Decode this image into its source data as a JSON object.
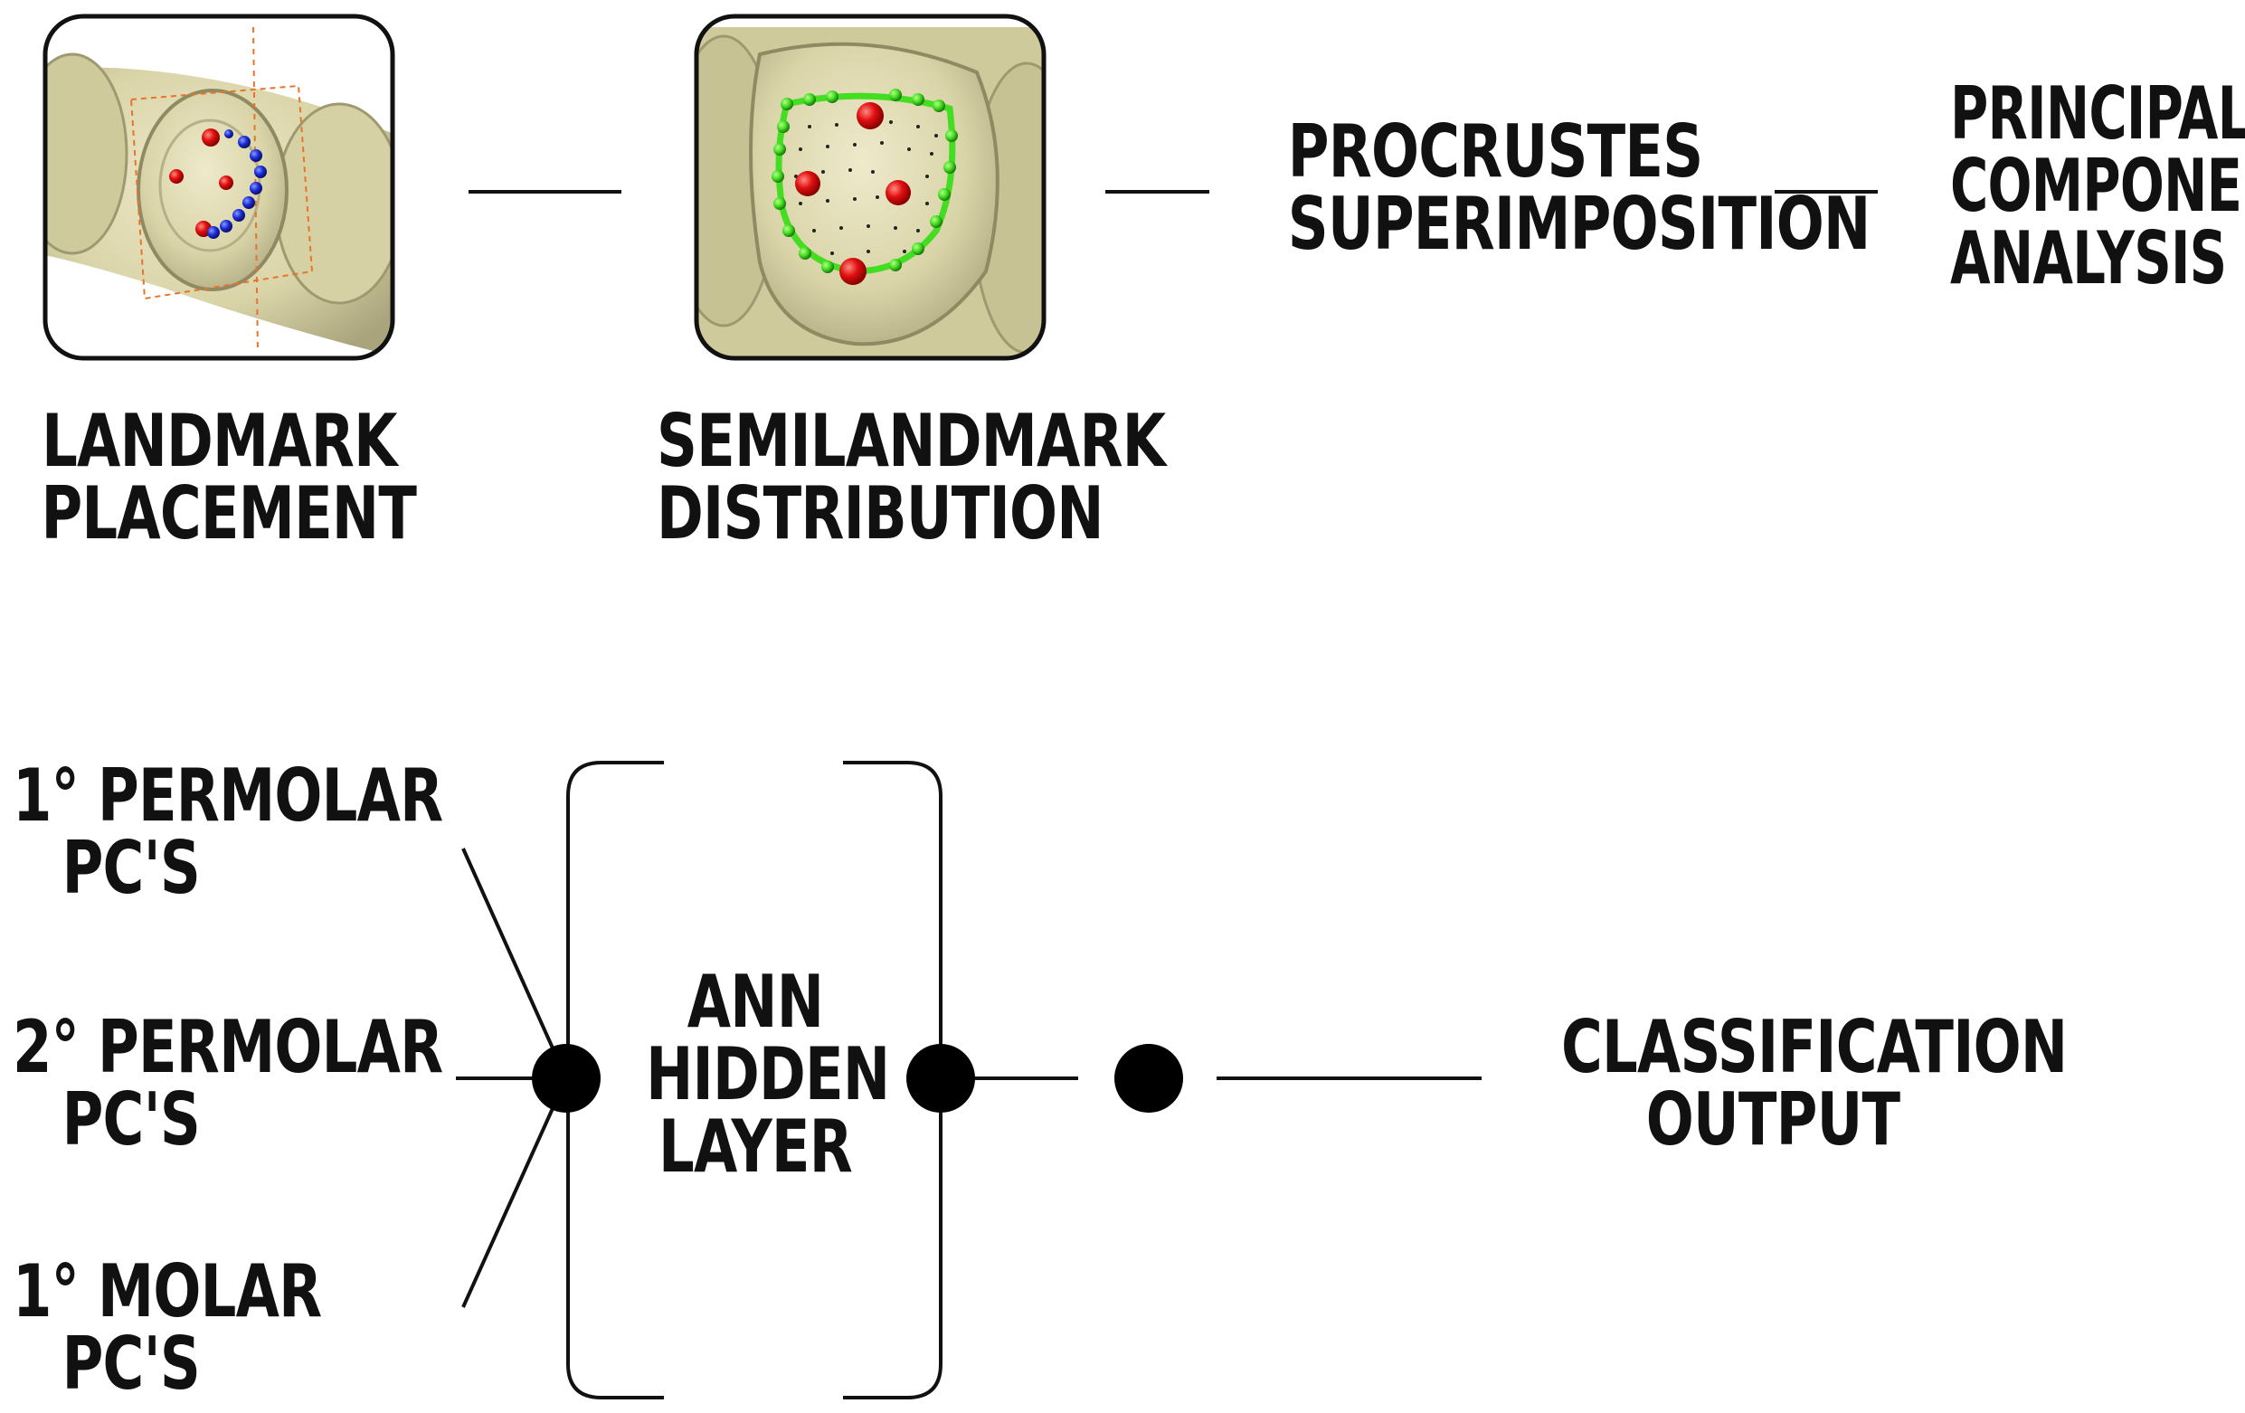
{
  "pipeline": {
    "landmark_placement": [
      "LANDMARK",
      "PLACEMENT"
    ],
    "semilandmark_distribution": [
      "SEMILANDMARK",
      "DISTRIBUTION"
    ],
    "procrustes": [
      "PROCRUSTES",
      "SUPERIMPOSITION"
    ],
    "pca": [
      "PRINCIPAL",
      "COMPONENT",
      "ANALYSIS"
    ]
  },
  "inputs": [
    {
      "line1": "1° PERMOLAR",
      "line2": "PC'S"
    },
    {
      "line1": "2° PERMOLAR",
      "line2": "PC'S"
    },
    {
      "line1": "1° MOLAR",
      "line2": "PC'S"
    }
  ],
  "ann": [
    "ANN",
    "HIDDEN",
    "LAYER"
  ],
  "output": [
    "CLASSIFICATION",
    "OUTPUT"
  ],
  "colors": {
    "tooth": "#d9d4a8",
    "tooth_shadow": "#a9a47c",
    "landmark": "#e01010",
    "semilandmark_curve": "#44dd22",
    "side_landmark": "#1a2bd8",
    "ink": "#111111"
  }
}
